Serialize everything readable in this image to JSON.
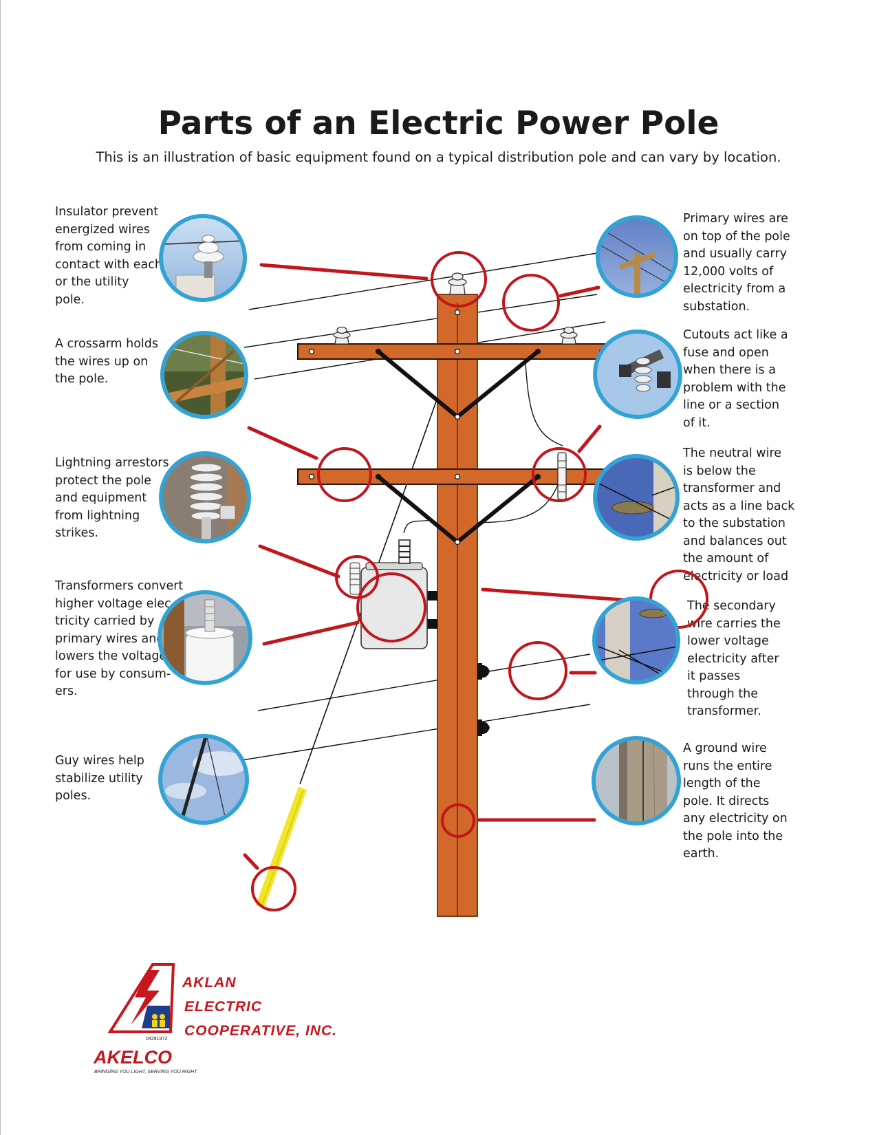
{
  "title": "Parts of an Electric Power Pole",
  "subtitle": "This is an illustration of basic equipment found on a typical distribution pole and can vary  by location.",
  "labels": {
    "insulator": "Insulator prevent\nenergized wires\nfrom coming in\ncontact with each\nor the utility\npole.",
    "crossarm": "A crossarm holds\nthe wires up on\nthe pole.",
    "lightning_arrestor": "Lightning arrestors\nprotect the pole\nand equipment\nfrom lightning\nstrikes.",
    "transformer": "Transformers convert\nhigher voltage elec-\ntricity carried by\nprimary wires and\nlowers the voltage\nfor use by consum-\ners.",
    "guy_wire": "Guy wires help\nstabilize utility\npoles.",
    "primary_wires": "Primary wires are\non top of the pole\nand usually carry\n12,000 volts of\nelectricity from a\nsubstation.",
    "cutouts": "Cutouts act like a\nfuse and open\nwhen there is a\nproblem with the\nline or a section\nof it.",
    "neutral_wire": "The neutral wire\nis below the\ntransformer and\nacts as a line back\nto the substation\nand balances out\nthe amount of\nelectricity or load",
    "secondary_wire": "The secondary\nwire carries the\nlower voltage\nelectricity after\nit passes\nthrough the\ntransformer.",
    "ground_wire": "A ground wire\nruns the entire\nlength of the\npole. It directs\nany electricity on\nthe pole into the\nearth."
  },
  "logo": {
    "line1": "AKLAN",
    "line2": "ELECTRIC",
    "line3": "COOPERATIVE, INC.",
    "brand": "AKELCO",
    "tagline": "BRINGING YOU LIGHT, SERVING YOU RIGHT",
    "badge_number": "04291972"
  },
  "colors": {
    "pole": "#d2692a",
    "pole_outline": "#7a3a12",
    "callout": "#c0161c",
    "photo_ring": "#33a3d6",
    "guy_guard": "#f2e52c",
    "logo_red": "#c8161d"
  }
}
